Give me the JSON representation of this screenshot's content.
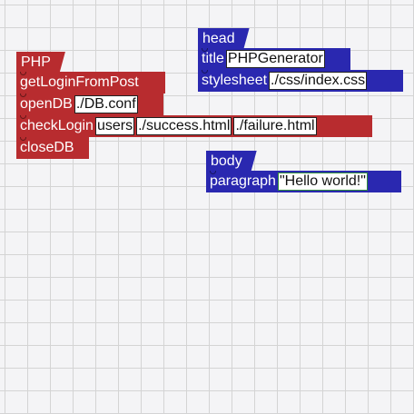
{
  "php_stack": {
    "hat": "PHP",
    "blocks": [
      {
        "label": "getLoginFromPost",
        "fields": []
      },
      {
        "label": "openDB",
        "fields": [
          "./DB.conf"
        ]
      },
      {
        "label": "checkLogin",
        "fields": [
          "users",
          "./success.html",
          "./failure.html"
        ]
      },
      {
        "label": "closeDB",
        "fields": []
      }
    ]
  },
  "head_stack": {
    "hat": "head",
    "blocks": [
      {
        "label": "title",
        "fields": [
          "PHPGenerator"
        ]
      },
      {
        "label": "stylesheet",
        "fields": [
          "./css/index.css"
        ]
      }
    ]
  },
  "body_stack": {
    "hat": "body",
    "blocks": [
      {
        "label": "paragraph",
        "fields": [
          "\"Hello world!\""
        ]
      }
    ]
  },
  "colors": {
    "php": "#b82c2f",
    "html": "#2a28b0",
    "string_border": "#2e8b3a"
  }
}
